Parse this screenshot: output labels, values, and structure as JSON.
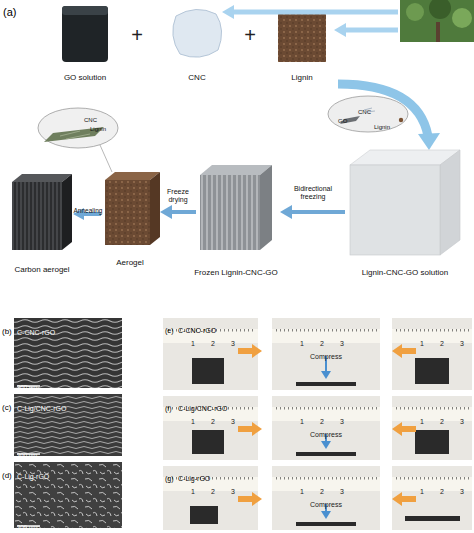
{
  "diagram": {
    "labels": [
      "(a)",
      "GO solution",
      "+",
      "CNC",
      "+",
      "Lignin",
      "GO",
      "CNC",
      "Lignin",
      "Lignin-CNC-GO solution",
      "Bidirectional freezing",
      "Frozen Lignin-CNC-GO",
      "Freeze drying",
      "Aerogel",
      "Annealing",
      "Carbon aerogel",
      "CNC",
      "Lignin",
      "(b)",
      "C-CNC-rGO",
      "300 μm",
      "(c)",
      "C-Lig/CNC-rGO",
      "300 μm",
      "(d)",
      "C-Lig-rGO",
      "300 μm",
      "(e)",
      "C-CNC-rGO",
      "1",
      "2",
      "3",
      "1",
      "2",
      "3",
      "Compress",
      "1",
      "2",
      "3",
      "(f)",
      "C-Lig/CNC-rGO",
      "1",
      "2",
      "3",
      "1",
      "2",
      "3",
      "Compress",
      "1",
      "2",
      "3",
      "(g)",
      "C-Lig-rGO",
      "1",
      "2",
      "3",
      "1",
      "2",
      "3",
      "Compress",
      "1",
      "2",
      "3"
    ]
  }
}
